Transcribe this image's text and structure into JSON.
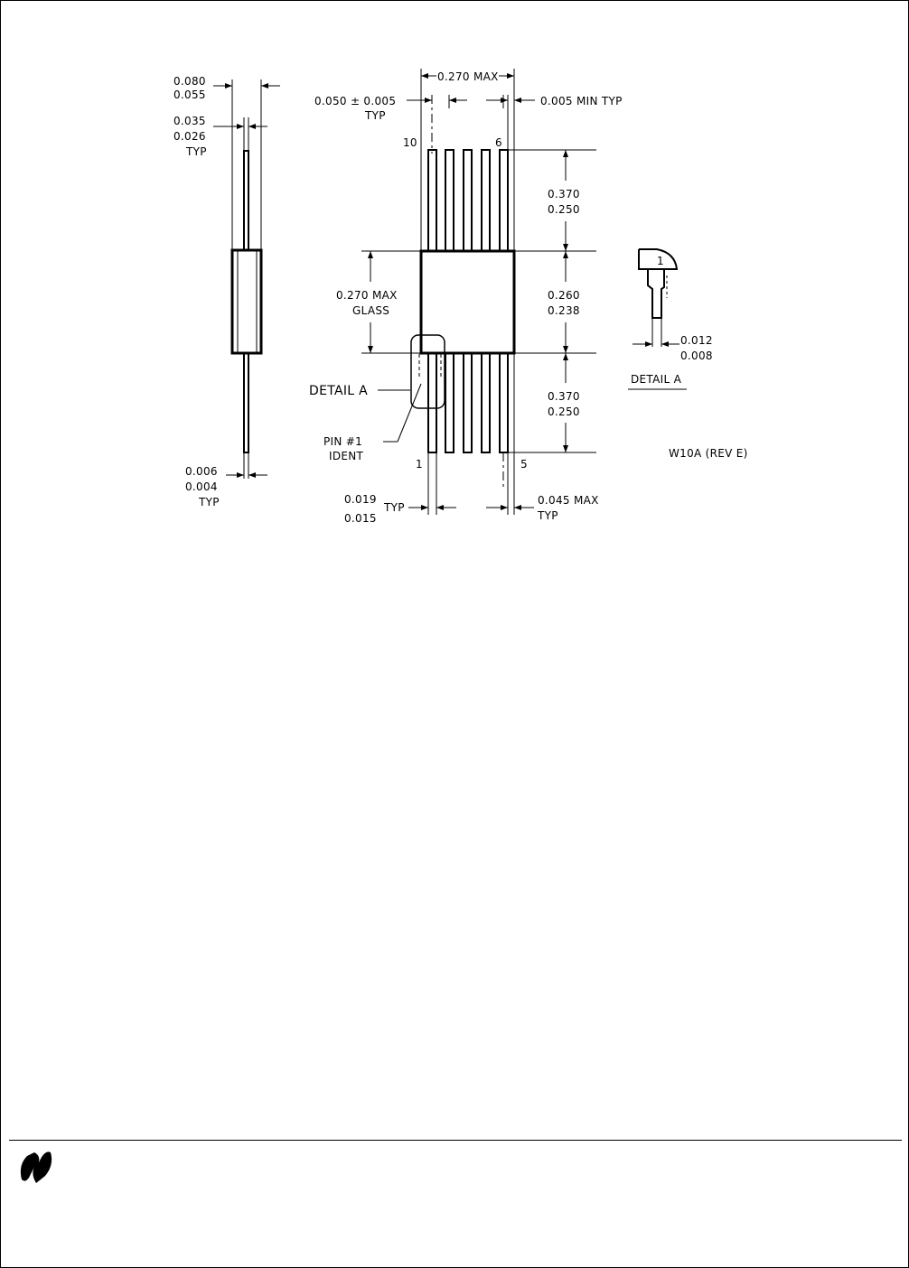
{
  "drawing": {
    "id": "W10A (REV E)",
    "side": {
      "w_hi": "0.080",
      "w_lo": "0.055",
      "t_hi": "0.035",
      "t_lo": "0.026",
      "t_typ": "TYP",
      "lead_hi": "0.006",
      "lead_lo": "0.004",
      "lead_typ": "TYP"
    },
    "top": {
      "overall": "0.270 MAX",
      "pitch": "0.050 ± 0.005",
      "pitch_typ": "TYP",
      "min_gap": "0.005 MIN TYP",
      "pin10": "10",
      "pin6": "6",
      "pin1": "1",
      "pin5": "5"
    },
    "right": {
      "lead_hi": "0.370",
      "lead_lo": "0.250",
      "body_hi": "0.260",
      "body_lo": "0.238",
      "lead2_hi": "0.370",
      "lead2_lo": "0.250"
    },
    "left": {
      "glass_1": "0.270 MAX",
      "glass_2": "GLASS"
    },
    "detail_label": "DETAIL A",
    "pin_ident_1": "PIN #1",
    "pin_ident_2": "IDENT",
    "bottom": {
      "w_hi": "0.019",
      "w_lo": "0.015",
      "w_typ": "TYP",
      "end": "0.045 MAX",
      "end_typ": "TYP"
    },
    "detail": {
      "pin": "1",
      "t_hi": "0.012",
      "t_lo": "0.008",
      "title": "DETAIL A"
    }
  },
  "footer": {
    "logo": "national-semiconductor-logo"
  }
}
